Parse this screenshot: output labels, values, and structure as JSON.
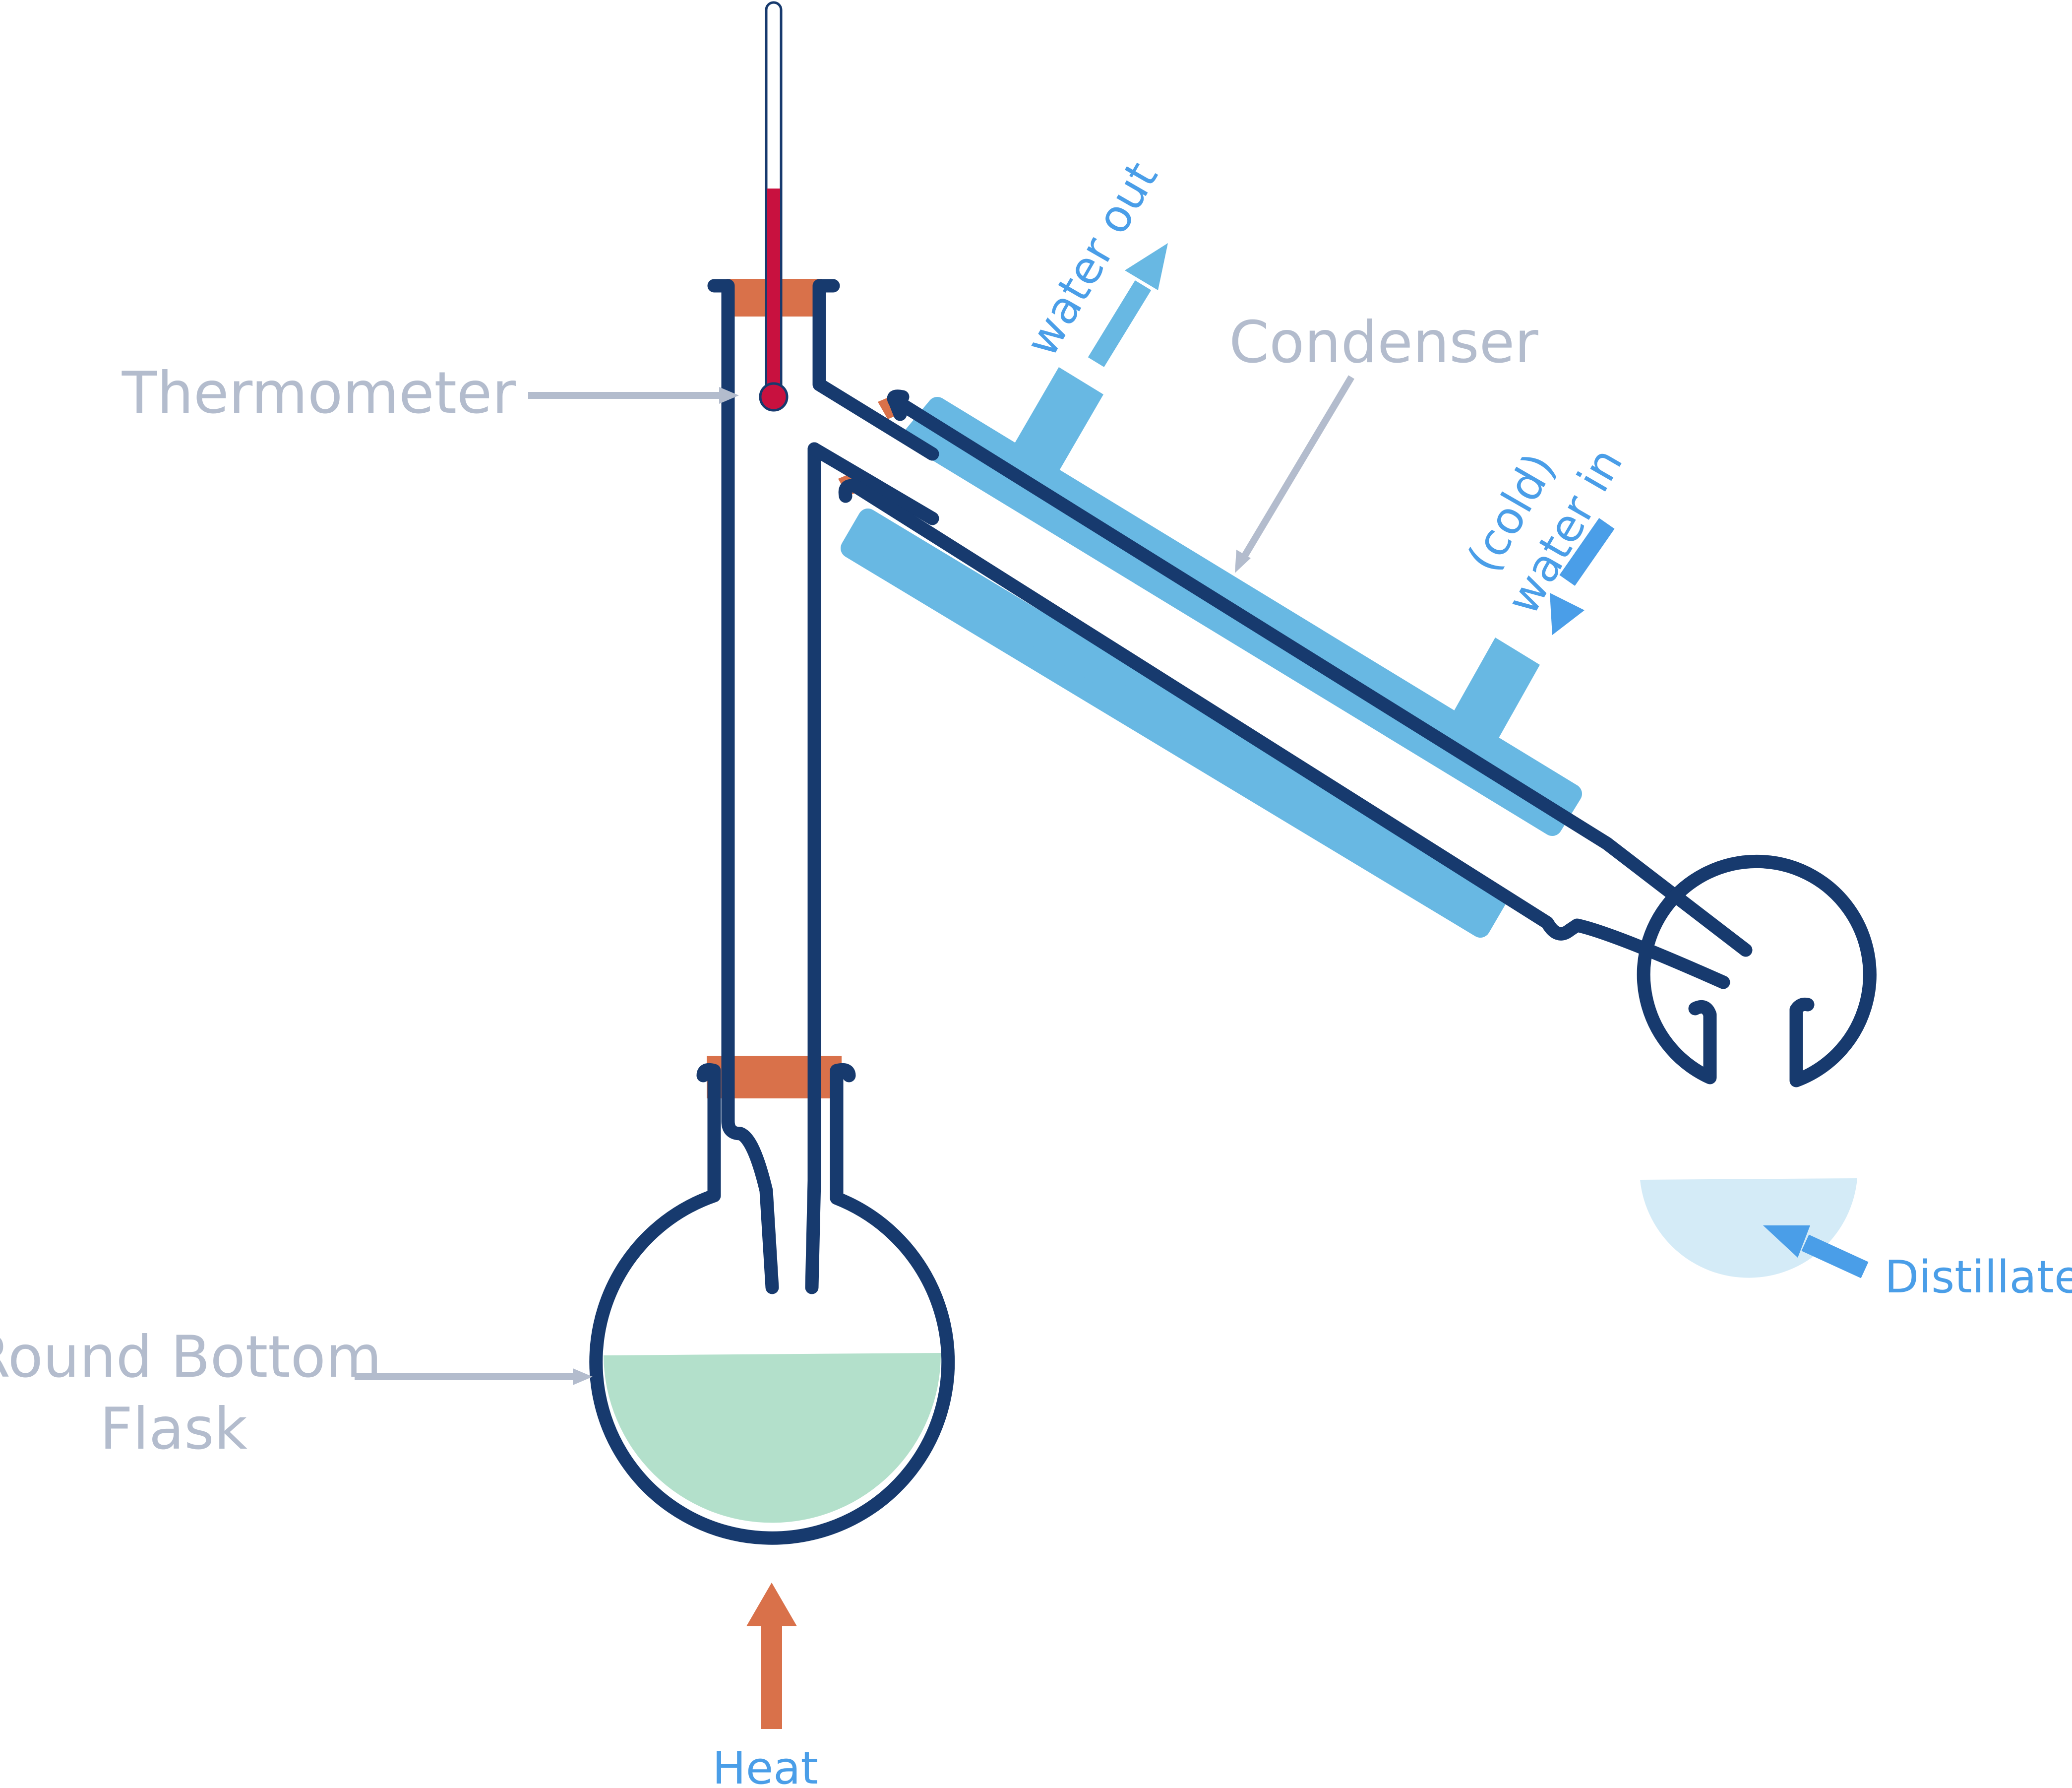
{
  "labels": {
    "thermometer": "Thermometer",
    "condenser": "Condenser",
    "water_out": "water out",
    "water_in_line1": "(cold)",
    "water_in_line2": "water in",
    "round_bottom_line1": "Round Bottom",
    "round_bottom_line2": "Flask",
    "distillate": "Distillate",
    "heat": "Heat"
  },
  "colors": {
    "glass": "#173a6e",
    "condenser_jacket": "#68b8e3",
    "stopper": "#d9714a",
    "thermometer_liquid": "#c8113f",
    "flask_liquid": "#b3e0cb",
    "distillate_liquid": "#d4ebf7",
    "label_grey": "#b3bccd",
    "label_blue": "#4a9ee8",
    "heat_arrow": "#d9714a"
  },
  "icons": {
    "heat": "up-arrow-icon",
    "water_out": "up-right-arrow-icon",
    "water_in": "down-left-arrow-icon",
    "distillate": "up-left-arrow-icon"
  }
}
